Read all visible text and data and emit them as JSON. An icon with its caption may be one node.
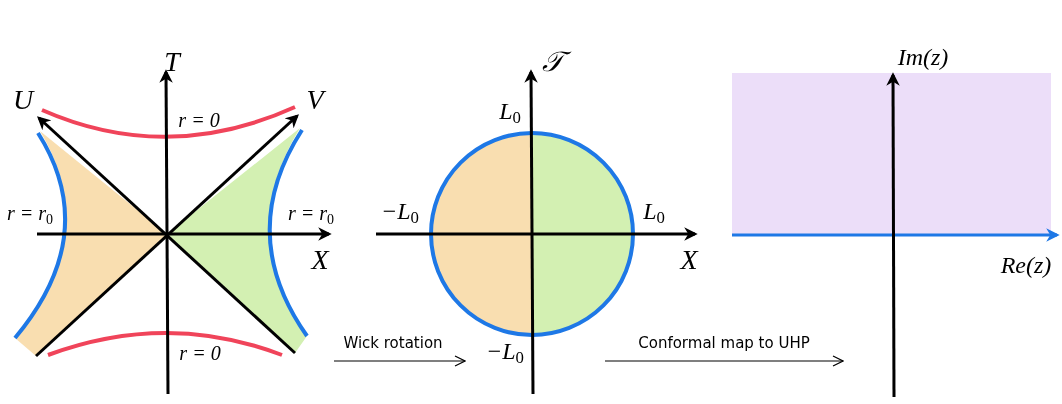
{
  "diagram": {
    "nodes": [
      {
        "text": [
          "T",
          "U",
          "V",
          "r = 0",
          "r = r$_{0}$",
          "r = r$_{0}$",
          "X",
          "r = 0"
        ]
      },
      {
        "text": [
          "𝒯",
          "L$_{0}$",
          "−L$_{0}$",
          "L$_{0}$",
          "X",
          "−L$_{0}$"
        ]
      },
      {
        "text": [
          "Im(z)",
          "Re(z)"
        ]
      }
    ],
    "edges": [
      {
        "from": 0,
        "to": 1,
        "label": "Wick rotation",
        "arrow": "to"
      },
      {
        "from": 1,
        "to": 2,
        "label": "Conformal map to UHP",
        "arrow": "to"
      }
    ]
  }
}
